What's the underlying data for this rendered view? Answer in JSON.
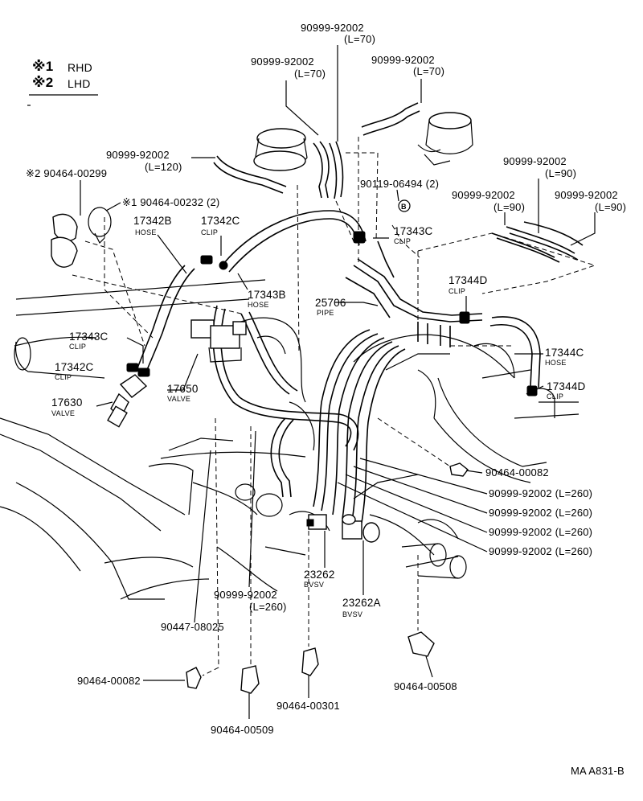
{
  "legend": {
    "item1": {
      "mark": "※1",
      "text": "RHD"
    },
    "item2": {
      "mark": "※2",
      "text": "LHD"
    }
  },
  "labels": {
    "hose_top_l70": {
      "part": "90999-92002",
      "note": "(L=70)"
    },
    "hose_mid_l70": {
      "part": "90999-92002",
      "note": "(L=70)"
    },
    "hose_right_l70": {
      "part": "90999-92002",
      "note": "(L=70)"
    },
    "hose_l120": {
      "part": "90999-92002",
      "note": "(L=120)"
    },
    "clip_lhd": {
      "part": "※2 90464-00299"
    },
    "clip_rhd": {
      "part": "※1 90464-00232 (2)"
    },
    "hose_17342b": {
      "part": "17342B",
      "desc": "HOSE"
    },
    "clip_17342c_top": {
      "part": "17342C",
      "desc": "CLIP"
    },
    "bolt_90119": {
      "part": "90119-06494 (2)",
      "mark": "B"
    },
    "clip_17343c_top": {
      "part": "17343C",
      "desc": "CLIP"
    },
    "hose_l90_a": {
      "part": "90999-92002",
      "note": "(L=90)"
    },
    "hose_l90_b": {
      "part": "90999-92002",
      "note": "(L=90)"
    },
    "hose_l90_c": {
      "part": "90999-92002",
      "note": "(L=90)"
    },
    "hose_17343b": {
      "part": "17343B",
      "desc": "HOSE"
    },
    "pipe_25706": {
      "part": "25706",
      "desc": "PIPE"
    },
    "clip_17344d_top": {
      "part": "17344D",
      "desc": "CLIP"
    },
    "clip_17343c_left": {
      "part": "17343C",
      "desc": "CLIP"
    },
    "clip_17342c_left": {
      "part": "17342C",
      "desc": "CLIP"
    },
    "hose_17344c": {
      "part": "17344C",
      "desc": "HOSE"
    },
    "valve_17650": {
      "part": "17650",
      "desc": "VALVE"
    },
    "clip_17344d_right": {
      "part": "17344D",
      "desc": "CLIP"
    },
    "valve_17630": {
      "part": "17630",
      "desc": "VALVE"
    },
    "clip_90464_00082_right": {
      "part": "90464-00082"
    },
    "hose_l260_1": {
      "part": "90999-92002 (L=260)"
    },
    "hose_l260_2": {
      "part": "90999-92002 (L=260)"
    },
    "hose_l260_3": {
      "part": "90999-92002 (L=260)"
    },
    "hose_l260_4": {
      "part": "90999-92002 (L=260)"
    },
    "bvsv_23262": {
      "part": "23262",
      "desc": "BVSV"
    },
    "hose_l260_bottom": {
      "part": "90999-92002",
      "note": "(L=260)"
    },
    "bvsv_23262a": {
      "part": "23262A",
      "desc": "BVSV"
    },
    "plug_90447": {
      "part": "90447-08025"
    },
    "clip_90464_00082_bottom": {
      "part": "90464-00082"
    },
    "clip_90464_00301": {
      "part": "90464-00301"
    },
    "clip_90464_00508": {
      "part": "90464-00508"
    },
    "clip_90464_00509": {
      "part": "90464-00509"
    }
  },
  "figure_code": "MA A831-B"
}
